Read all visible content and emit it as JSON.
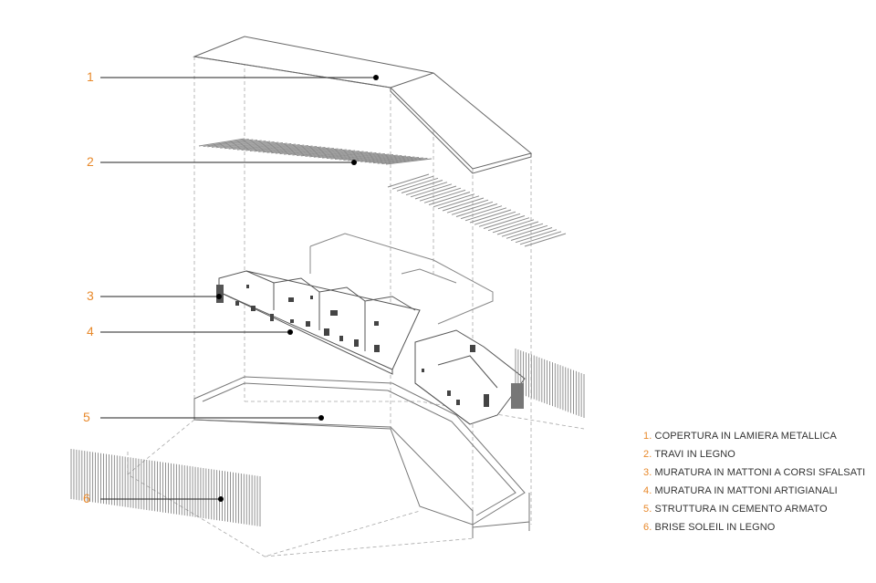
{
  "callouts": [
    {
      "number": "1"
    },
    {
      "number": "2"
    },
    {
      "number": "3"
    },
    {
      "number": "4"
    },
    {
      "number": "5"
    },
    {
      "number": "6"
    }
  ],
  "legend": [
    {
      "number": "1.",
      "text": "COPERTURA IN LAMIERA METALLICA"
    },
    {
      "number": "2.",
      "text": "TRAVI IN LEGNO"
    },
    {
      "number": "3.",
      "text": "MURATURA IN MATTONI A CORSI SFALSATI"
    },
    {
      "number": "4.",
      "text": "MURATURA IN  MATTONI ARTIGIANALI"
    },
    {
      "number": "5.",
      "text": "STRUTTURA IN CEMENTO ARMATO"
    },
    {
      "number": "6.",
      "text": "BRISE SOLEIL IN LEGNO"
    }
  ],
  "colors": {
    "accent": "#e8892b",
    "line": "#555555",
    "guide": "#9a9a9a"
  }
}
